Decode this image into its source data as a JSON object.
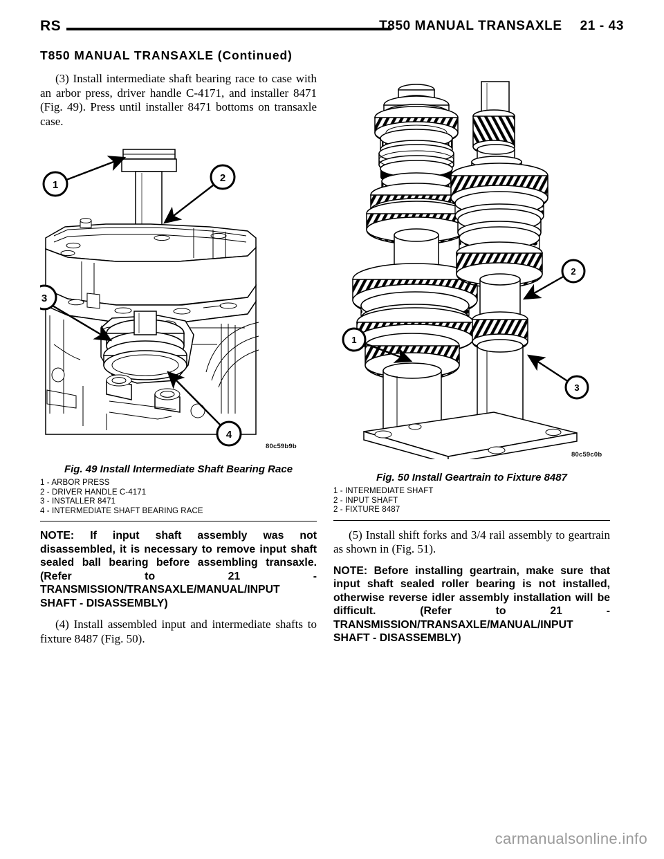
{
  "header": {
    "left_code": "RS",
    "title": "T850 MANUAL TRANSAXLE",
    "page_number": "21 - 43"
  },
  "section_title": "T850 MANUAL TRANSAXLE (Continued)",
  "left_column": {
    "step3": "(3) Install intermediate shaft bearing race to case with an arbor press, driver handle C-4171, and installer 8471 (Fig. 49). Press until installer 8471 bottoms on transaxle case.",
    "figure49": {
      "image_code": "80c59b9b",
      "caption": "Fig. 49 Install Intermediate Shaft Bearing Race",
      "legend": [
        "1 - ARBOR PRESS",
        "2 - DRIVER HANDLE C-4171",
        "3 - INSTALLER 8471",
        "4 - INTERMEDIATE SHAFT BEARING RACE"
      ],
      "callouts": [
        "1",
        "2",
        "3",
        "4"
      ]
    },
    "note1": "NOTE: If input shaft assembly was not disassembled, it is necessary to remove input shaft sealed ball bearing before assembling transaxle. (Refer to 21 - TRANSMISSION/TRANSAXLE/MANUAL/INPUT SHAFT - DISASSEMBLY)",
    "step4": "(4) Install assembled input and intermediate shafts to fixture 8487 (Fig. 50)."
  },
  "right_column": {
    "figure50": {
      "image_code": "80c59c0b",
      "caption": "Fig. 50 Install Geartrain to Fixture 8487",
      "legend": [
        "1 - INTERMEDIATE SHAFT",
        "2 - INPUT SHAFT",
        "2 - FIXTURE 8487"
      ],
      "callouts": [
        "1",
        "2",
        "3"
      ]
    },
    "step5": "(5) Install shift forks and 3/4 rail assembly to geartrain as shown in (Fig. 51).",
    "note2": "NOTE: Before installing geartrain, make sure that input shaft sealed roller bearing is not installed, otherwise reverse idler assembly installation will be difficult. (Refer to 21 - TRANSMISSION/TRANSAXLE/MANUAL/INPUT SHAFT - DISASSEMBLY)"
  },
  "watermark": "carmanualsonline.info"
}
